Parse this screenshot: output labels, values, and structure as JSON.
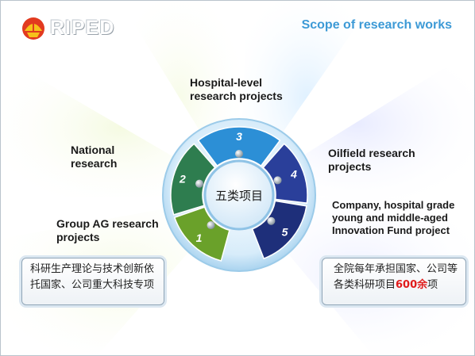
{
  "header": {
    "logo_text": "RIPED",
    "title": "Scope of research works"
  },
  "diagram": {
    "center_label": "五类项目",
    "segments": [
      {
        "number": "1",
        "color": "#6aa12a"
      },
      {
        "number": "2",
        "color": "#2e7d4f"
      },
      {
        "number": "3",
        "color": "#2c8fd6"
      },
      {
        "number": "4",
        "color": "#2a3f9a"
      },
      {
        "number": "5",
        "color": "#1e2f7a"
      }
    ],
    "labels": {
      "national": "National research",
      "national_l1": "National",
      "national_l2": "research",
      "hospital_l1": "Hospital-level",
      "hospital_l2": "research projects",
      "oilfield_l1": "Oilfield research",
      "oilfield_l2": "projects",
      "group_l1": "Group AG research",
      "group_l2": "projects",
      "company_l1": "Company, hospital grade",
      "company_l2": "young and middle-aged",
      "company_l3": "Innovation Fund project"
    }
  },
  "notes": {
    "left_line1": "科研生产理论与技术创新依",
    "left_line2": "托国家、公司重大科技专项",
    "right_line1": "全院每年承担国家、公司等",
    "right_line2_prefix": "各类科研项目",
    "right_line2_highlight": "600余",
    "right_line2_suffix": "项"
  }
}
